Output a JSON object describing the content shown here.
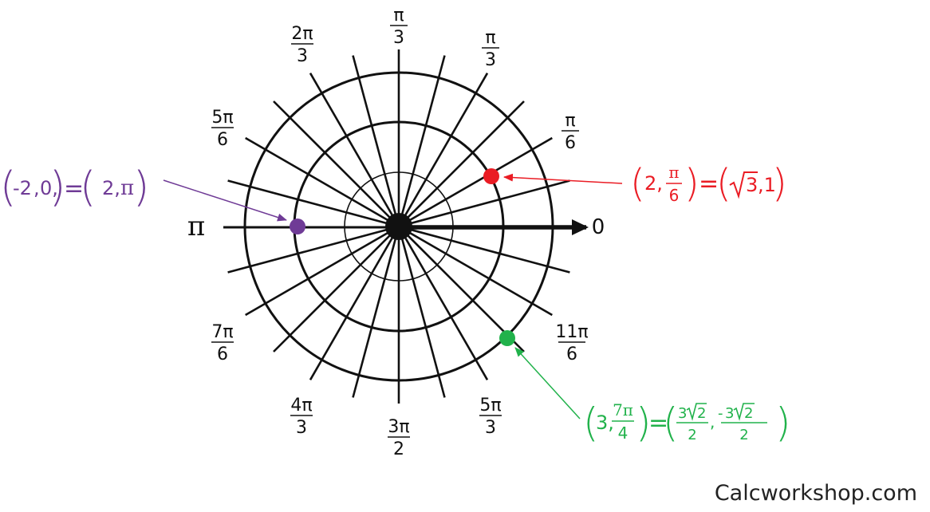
{
  "colors": {
    "grid": "#111111",
    "purple": "#6f3b96",
    "red": "#ea1c24",
    "green": "#21b24b"
  },
  "axis": {
    "pi_label": "π",
    "zero_label": "0"
  },
  "angle_labels": [
    {
      "id": "pi-over-3-top",
      "num": "π",
      "den": "3"
    },
    {
      "id": "pi-over-3",
      "num": "π",
      "den": "3"
    },
    {
      "id": "2pi-over-3",
      "num": "2π",
      "den": "3"
    },
    {
      "id": "pi-over-6",
      "num": "π",
      "den": "6"
    },
    {
      "id": "5pi-over-6",
      "num": "5π",
      "den": "6"
    },
    {
      "id": "7pi-over-6",
      "num": "7π",
      "den": "6"
    },
    {
      "id": "11pi-over-6",
      "num": "11π",
      "den": "6"
    },
    {
      "id": "4pi-over-3",
      "num": "4π",
      "den": "3"
    },
    {
      "id": "3pi-over-2",
      "num": "3π",
      "den": "2"
    },
    {
      "id": "5pi-over-3",
      "num": "5π",
      "den": "3"
    }
  ],
  "annotations": {
    "purple": {
      "left_r": "-2",
      "left_theta": "0,",
      "eq": "=",
      "right_r": "2,",
      "right_theta": "π"
    },
    "red": {
      "r": "2,",
      "theta_num": "π",
      "theta_den": "6",
      "eq": "=",
      "x_rad": "3",
      "y": ",1"
    },
    "green": {
      "r": "3,",
      "theta_num": "7π",
      "theta_den": "4",
      "eq": "=",
      "x_coef": "3",
      "x_rad": "2",
      "x_den": "2",
      "sep": ",",
      "y_sign": "-",
      "y_coef": "3",
      "y_rad": "2",
      "y_den": "2"
    }
  },
  "watermark": "Calcworkshop.com"
}
